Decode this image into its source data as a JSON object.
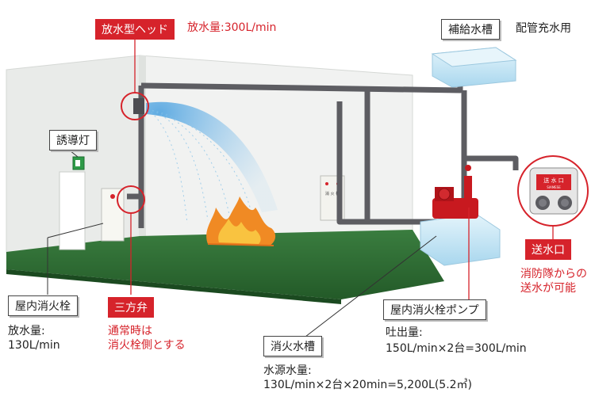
{
  "labels": {
    "head": "放水型ヘッド",
    "head_flow": "放水量:300L/min",
    "supply_tank": "補給水槽",
    "pipe_fill": "配管充水用",
    "guide_light": "誘導灯",
    "hydrant": "屋内消火栓",
    "hydrant_flow_title": "放水量:",
    "hydrant_flow_value": "130L/min",
    "valve": "三方弁",
    "valve_note_1": "通常時は",
    "valve_note_2": "消火栓側とする",
    "tank": "消火水槽",
    "tank_vol_title": "水源水量:",
    "tank_vol_value": "130L/min×2台×20min=5,200L(5.2㎥)",
    "pump": "屋内消火栓ポンプ",
    "pump_flow_title": "吐出量:",
    "pump_flow_value": "150L/min×2台=300L/min",
    "inlet": "送水口",
    "inlet_note_1": "消防隊からの",
    "inlet_note_2": "送水が可能",
    "inlet_plate_1": "送 水 口",
    "inlet_plate_2": "SIAMESE",
    "panel_text": "消 火 栓"
  },
  "colors": {
    "accent_red": "#d6232b",
    "floor_green": "#2f6b34",
    "wall": "#eef0ee",
    "pipe": "#5d5d62",
    "water": "#bfe3f5"
  }
}
